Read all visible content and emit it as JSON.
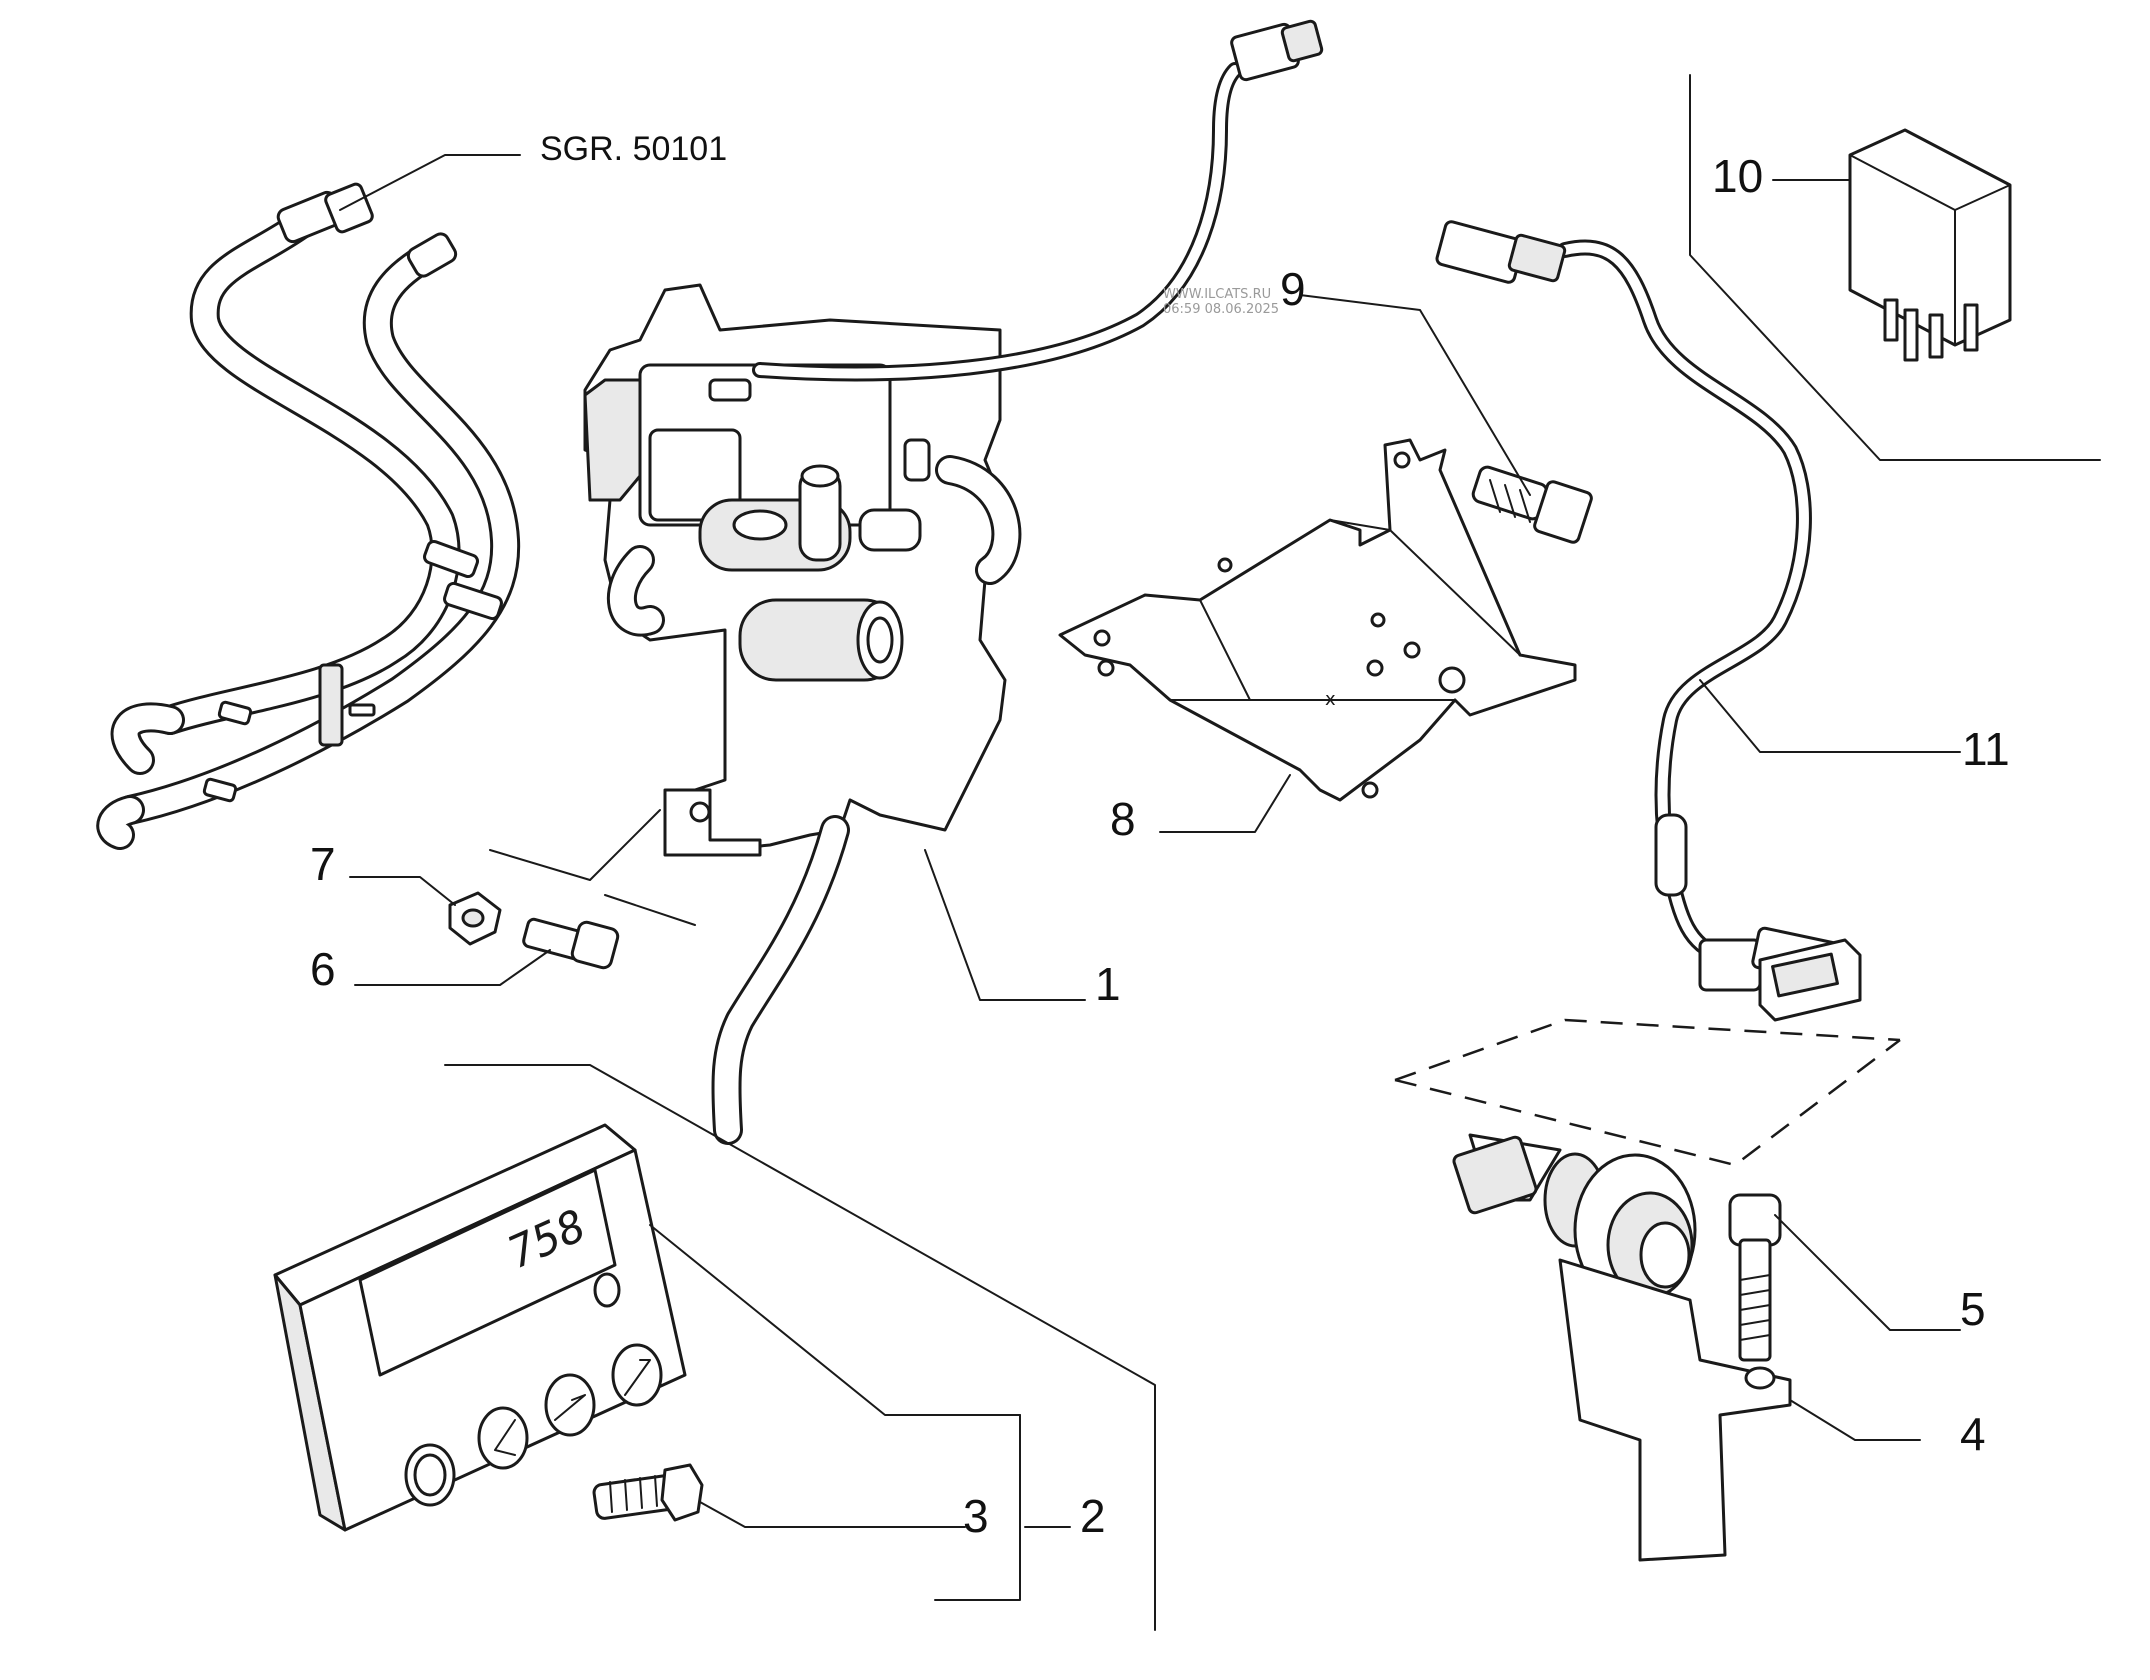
{
  "diagram": {
    "reference": "SGR. 50101",
    "watermark": {
      "site": "WWW.ILCATS.RU",
      "timestamp": "06:59 08.06.2025"
    },
    "callouts": [
      {
        "id": "1",
        "label": "1"
      },
      {
        "id": "2",
        "label": "2"
      },
      {
        "id": "3",
        "label": "3"
      },
      {
        "id": "4",
        "label": "4"
      },
      {
        "id": "5",
        "label": "5"
      },
      {
        "id": "6",
        "label": "6"
      },
      {
        "id": "7",
        "label": "7"
      },
      {
        "id": "8",
        "label": "8"
      },
      {
        "id": "9",
        "label": "9"
      },
      {
        "id": "10",
        "label": "10"
      },
      {
        "id": "11",
        "label": "11"
      }
    ],
    "timer_display": {
      "reading": "758"
    },
    "bracket_mark": "x"
  }
}
